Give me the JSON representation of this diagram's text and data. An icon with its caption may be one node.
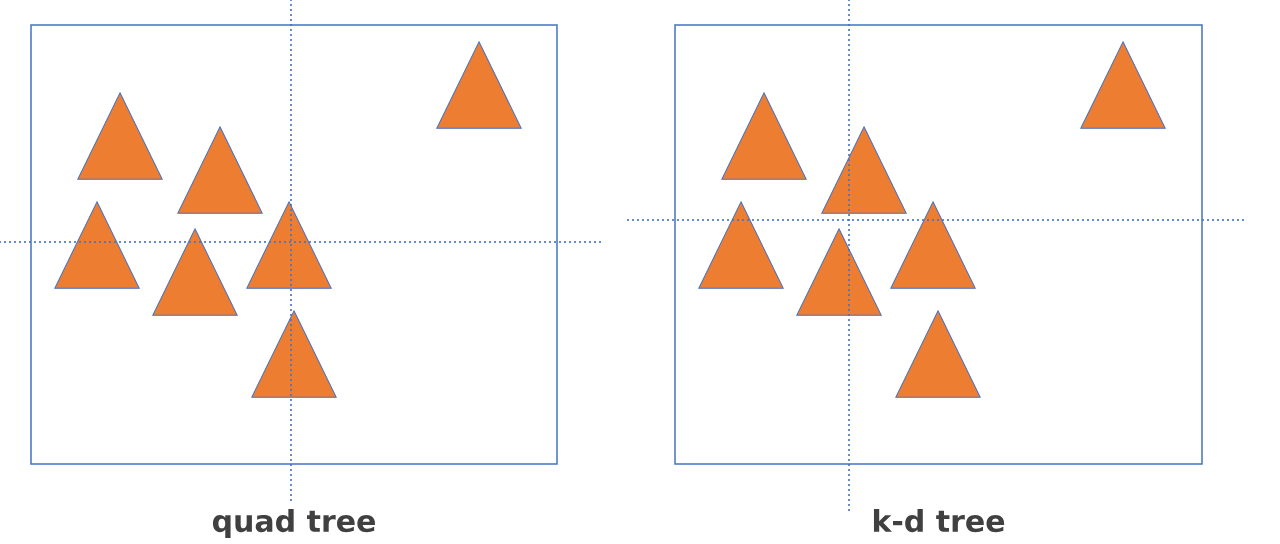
{
  "diagram": {
    "nodes": [
      {
        "text": [
          "quad tree"
        ]
      },
      {
        "text": [],
        "shape": "triangle",
        "in": 0
      },
      {
        "text": [],
        "shape": "triangle",
        "in": 0
      },
      {
        "text": [],
        "shape": "triangle",
        "in": 0
      },
      {
        "text": [],
        "shape": "triangle",
        "in": 0
      },
      {
        "text": [],
        "shape": "triangle",
        "in": 0
      },
      {
        "text": [],
        "shape": "triangle",
        "in": 0
      },
      {
        "text": [],
        "shape": "triangle",
        "in": 0
      },
      {
        "text": [
          "k-d tree"
        ]
      },
      {
        "text": [],
        "shape": "triangle",
        "in": 8
      },
      {
        "text": [],
        "shape": "triangle",
        "in": 8
      },
      {
        "text": [],
        "shape": "triangle",
        "in": 8
      },
      {
        "text": [],
        "shape": "triangle",
        "in": 8
      },
      {
        "text": [],
        "shape": "triangle",
        "in": 8
      },
      {
        "text": [],
        "shape": "triangle",
        "in": 8
      },
      {
        "text": [],
        "shape": "triangle",
        "in": 8
      }
    ]
  }
}
